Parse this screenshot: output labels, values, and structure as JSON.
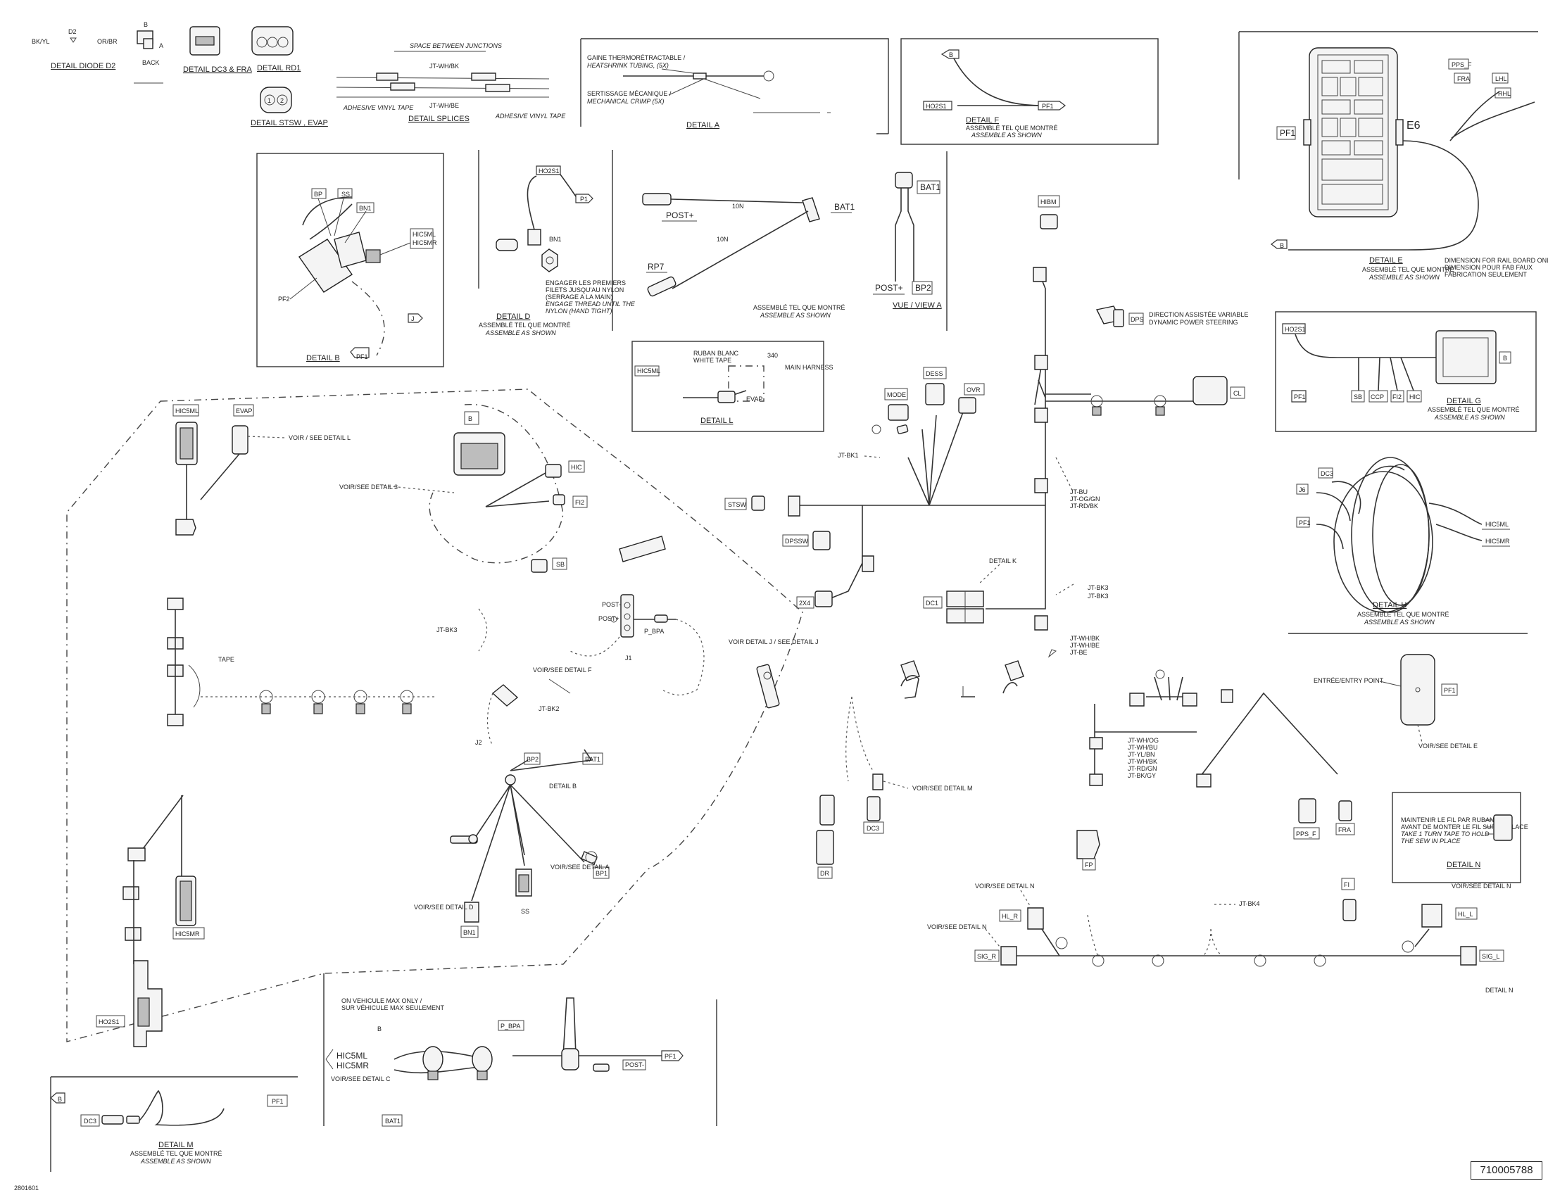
{
  "drawing": {
    "part_number": "710005788",
    "drawing_code": "2801601"
  },
  "details": {
    "diode_d2": {
      "title": "DETAIL DIODE D2",
      "labels": [
        "BK/YL",
        "D2",
        "OR/BR"
      ]
    },
    "back": {
      "label": "BACK",
      "pin_a": "A",
      "pin_b": "B"
    },
    "dc3_fra": {
      "title": "DETAIL DC3 & FRA"
    },
    "rd1": {
      "title": "DETAIL RD1"
    },
    "stsw_evap": {
      "title": "DETAIL STSW , EVAP",
      "pins": [
        "1",
        "2"
      ]
    },
    "splices": {
      "title": "DETAIL SPLICES",
      "header": "SPACE BETWEEN JUNCTIONS",
      "labels": [
        "JT-WH/BK",
        "JT-WH/BE",
        "ADHESIVE VINYL TAPE",
        "ADHESIVE VINYL TAPE"
      ]
    },
    "a": {
      "title": "DETAIL A",
      "note1": "GAINE THERMORÉTRACTABLE /",
      "note2": "HEATSHRINK TUBING, (5X)",
      "note3": "SERTISSAGE MÉCANIQUE /",
      "note4": "MECHANICAL CRIMP (5X)"
    },
    "f": {
      "title": "DETAIL F",
      "sub1": "ASSEMBLÉ TEL QUE MONTRÉ",
      "sub2": "ASSEMBLE AS SHOWN",
      "labels": [
        "B",
        "HO2S1",
        "PF1"
      ]
    },
    "e": {
      "title": "DETAIL E",
      "sub1": "ASSEMBLÉ TEL QUE MONTRÉ",
      "sub2": "ASSEMBLE AS SHOWN",
      "note1": "DIMENSION FOR RAIL BOARD ONLY /",
      "note2": "DIMENSION POUR FAB FAUX",
      "note3": "FABRICATION SEULEMENT",
      "labels": [
        "PPS_F",
        "FRA",
        "LHL",
        "RHL",
        "PF1",
        "E6",
        "B"
      ]
    },
    "b": {
      "title": "DETAIL B",
      "labels": [
        "BP",
        "SS",
        "BN1",
        "HIC5ML",
        "HIC5MR",
        "PF2",
        "PF1",
        "J"
      ]
    },
    "d": {
      "title": "DETAIL D",
      "sub1": "ASSEMBLÉ TEL QUE MONTRÉ",
      "sub2": "ASSEMBLE AS SHOWN",
      "note1": "ENGAGER LES PREMIERS",
      "note2": "FILETS JUSQU'AU NYLON",
      "note3": "(SERRAGE A LA MAIN)",
      "note4": "ENGAGE THREAD UNTIL THE",
      "note5": "NYLON (HAND TIGHT)",
      "labels": [
        "HO2S1",
        "P1",
        "BN1"
      ]
    },
    "battery": {
      "labels": [
        "POST+",
        "RP7",
        "BAT1",
        "10N",
        "10N"
      ],
      "sub1": "ASSEMBLÉ TEL QUE MONTRÉ",
      "sub2": "ASSEMBLE AS SHOWN"
    },
    "view_a": {
      "title": "VUE / VIEW A",
      "labels": [
        "BAT1",
        "POST+",
        "BP2"
      ]
    },
    "l": {
      "title": "DETAIL L",
      "note1": "RUBAN BLANC",
      "note2": "WHITE TAPE",
      "dim": "340",
      "main": "MAIN HARNESS",
      "labels": [
        "HIC5ML",
        "EVAP"
      ]
    },
    "g": {
      "title": "DETAIL G",
      "sub1": "ASSEMBLÉ TEL QUE MONTRÉ",
      "sub2": "ASSEMBLE AS SHOWN",
      "labels": [
        "HO2S1",
        "PF1",
        "SB",
        "CCP",
        "FI2",
        "HIC",
        "B"
      ]
    },
    "h": {
      "title": "DETAIL H",
      "sub1": "ASSEMBLÉ TEL QUE MONTRÉ",
      "sub2": "ASSEMBLE AS SHOWN",
      "labels": [
        "DC3",
        "J6",
        "PF1",
        "HIC5ML",
        "HIC5MR"
      ]
    },
    "n": {
      "title": "DETAIL N",
      "note1": "MAINTENIR LE FIL PAR RUBAN",
      "note2": "AVANT DE MONTER LE FIL SUR LE PLACE",
      "note3": "TAKE 1 TURN TAPE TO HOLD",
      "note4": "THE SEW IN PLACE"
    },
    "m": {
      "title": "DETAIL M",
      "sub1": "ASSEMBLÉ TEL QUE MONTRÉ",
      "sub2": "ASSEMBLE AS SHOWN",
      "labels": [
        "B",
        "DC3",
        "PF1"
      ]
    },
    "c_inset": {
      "note1": "ON VEHICULE MAX ONLY /",
      "note2": "SUR VÉHICULE MAX SEULEMENT",
      "labels": [
        "HIC5ML",
        "HIC5MR",
        "B",
        "BAT1",
        "P_BPA",
        "PF1",
        "POST-"
      ],
      "see": "VOIR/SEE DETAIL C"
    }
  },
  "main_harness": {
    "left": {
      "labels": [
        "HIC5ML",
        "EVAP",
        "HIC5MR",
        "HO2S1",
        "B",
        "HIC",
        "FI2",
        "SB",
        "BAT1",
        "BN1",
        "SS",
        "BP1",
        "BP2",
        "POST-",
        "POST+",
        "P_BPA",
        "J1"
      ],
      "see_l": "VOIR / SEE DETAIL L",
      "see_3": "VOIR/SEE DETAIL 3",
      "see_f": "VOIR/SEE DETAIL F",
      "see_j": "VOIR DETAIL J / SEE DETAIL J",
      "see_b": "DETAIL B",
      "see_a": "VOIR/SEE DETAIL A",
      "see_d": "VOIR/SEE DETAIL D",
      "tape": "TAPE",
      "jt_bk3": "JT-BK3",
      "jt_bk2": "JT-BK2",
      "j2": "J2"
    },
    "center": {
      "labels": [
        "MODE",
        "DESS",
        "OVR",
        "STSW",
        "DPSSW",
        "2X4",
        "DC1",
        "DR",
        "DC3",
        "HIBM",
        "DPS",
        "CL",
        "FP",
        "PPS_F",
        "FRA",
        "FI",
        "PF1",
        "HL_R",
        "SIG_R",
        "HL_L",
        "SIG_L"
      ],
      "dps_note1": "DIRECTION ASSISTÉE VARIABLE",
      "dps_note2": "DYNAMIC POWER STEERING",
      "jt_bk1": "JT-BK1",
      "jts": [
        "JT-BU",
        "JT-OG/GN",
        "JT-RD/BK"
      ],
      "jts2": [
        "JT-BK3",
        "JT-BK3"
      ],
      "jts3": [
        "JT-WH/BK",
        "JT-WH/BE",
        "JT-BE"
      ],
      "jts4": [
        "JT-WH/OG",
        "JT-WH/BU",
        "JT-YL/BN",
        "JT-WH/BK",
        "JT-RD/GN",
        "JT-BK/GY"
      ],
      "detail_k": "DETAIL K",
      "see_m": "VOIR/SEE DETAIL M",
      "see_n": "VOIR/SEE DETAIL N",
      "see_n2": "VOIR/SEE DETAIL N",
      "see_n3": "VOIR/SEE DETAIL N",
      "see_e": "VOIR/SEE DETAIL E",
      "entry": "ENTRÉE/ENTRY POINT",
      "jt_bk4": "JT-BK4"
    }
  }
}
